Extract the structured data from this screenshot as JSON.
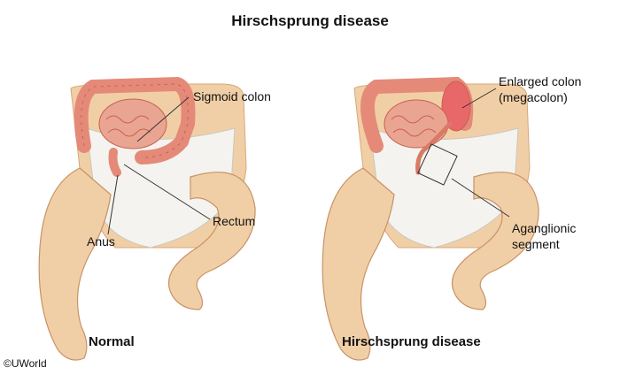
{
  "title": "Hirschsprung disease",
  "panels": {
    "normal": {
      "caption": "Normal",
      "labels": {
        "sigmoid": "Sigmoid colon",
        "rectum": "Rectum",
        "anus": "Anus"
      }
    },
    "disease": {
      "caption": "Hirschsprung disease",
      "labels": {
        "megacolon_line1": "Enlarged colon",
        "megacolon_line2": "(megacolon)",
        "aganglionic_line1": "Aganglionic",
        "aganglionic_line2": "segment"
      }
    }
  },
  "copyright": "©UWorld",
  "colors": {
    "skin": "#f1cfa6",
    "skin_shadow": "#d9a77a",
    "diaper": "#f4f3ef",
    "colon": "#e58a78",
    "colon_dark": "#c8604f",
    "small_bowel": "#eaa592",
    "megacolon": "#e8686a"
  }
}
